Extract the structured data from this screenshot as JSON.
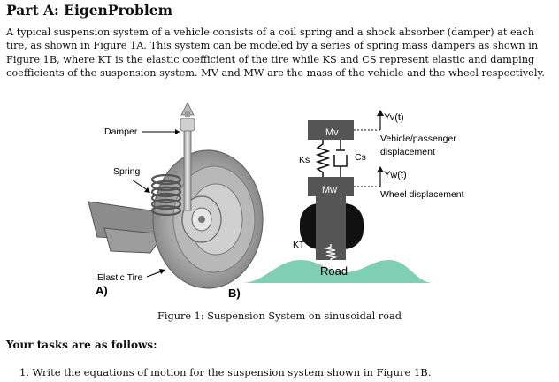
{
  "title": "Part A: EigenProblem",
  "paragraph_lines": [
    "A typical suspension system of a vehicle consists of a coil spring and a shock absorber (damper) at each",
    "tire, as shown in Figure 1A. This system can be modeled by a series of spring mass dampers as shown in",
    "Figure 1B, where KT is the elastic coefficient of the tire while KS and CS represent elastic and damping",
    "coefficients of the suspension system. MV and MW are the mass of the vehicle and the wheel respectively."
  ],
  "figure_a": {
    "labels": {
      "damper": "Damper",
      "spring": "Spring",
      "elastic_tire": "Elastic Tire",
      "panel": "A)"
    }
  },
  "figure_b": {
    "mass_vehicle": "Mv",
    "mass_wheel": "Mw",
    "spring_suspension": "Ks",
    "damper_suspension": "Cs",
    "spring_tire": "KT",
    "yv_label": "Yv(t)",
    "yv_desc_1": "Vehicle/passenger",
    "yv_desc_2": "displacement",
    "yw_label": "Yw(t)",
    "yw_desc": "Wheel displacement",
    "road": "Road",
    "panel": "B)",
    "colors": {
      "mass": "#555555",
      "road": "#7fcfb5",
      "wheel": "#111111"
    }
  },
  "caption": "Figure 1: Suspension System on sinusoidal road",
  "tasks_heading": "Your tasks are as follows:",
  "task_items": [
    "1. Write the equations of motion for the suspension system shown in Figure 1B."
  ]
}
